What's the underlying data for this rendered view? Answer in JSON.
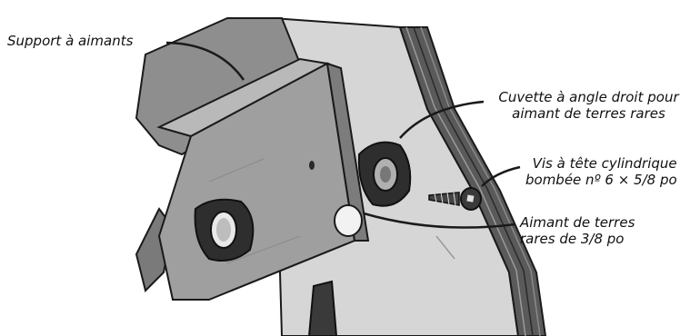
{
  "callouts": {
    "magnet_holder": "Support à aimants",
    "corner_cup_line1": "Cuvette à angle droit pour",
    "corner_cup_line2": "aimant de terres rares",
    "screw_line1": "Vis à tête cylindrique",
    "screw_line2": "bombée nº 6 × 5/8 po",
    "magnet_line1": "Aimant de terres",
    "magnet_line2": "rares de 3/8 po"
  },
  "colors": {
    "outline": "#1a1a1a",
    "panel_light": "#d9d9d9",
    "panel_mid": "#a8a8a8",
    "panel_dark": "#6e6e6e",
    "edge_dark": "#3a3a3a"
  }
}
